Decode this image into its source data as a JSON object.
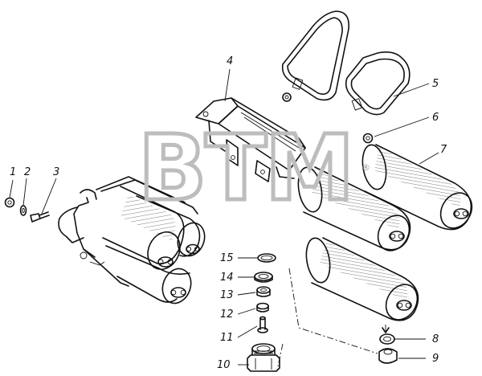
{
  "watermark": {
    "text": "BTM",
    "mark": "®"
  },
  "callouts": [
    {
      "number": "1"
    },
    {
      "number": "2"
    },
    {
      "number": "3"
    },
    {
      "number": "4"
    },
    {
      "number": "5"
    },
    {
      "number": "6"
    },
    {
      "number": "7"
    },
    {
      "number": "8"
    },
    {
      "number": "9"
    },
    {
      "number": "10"
    },
    {
      "number": "11"
    },
    {
      "number": "12"
    },
    {
      "number": "13"
    },
    {
      "number": "14"
    },
    {
      "number": "15"
    }
  ],
  "colors": {
    "line": "#111111",
    "watermark": "#bdbdbd",
    "background": "#ffffff"
  }
}
